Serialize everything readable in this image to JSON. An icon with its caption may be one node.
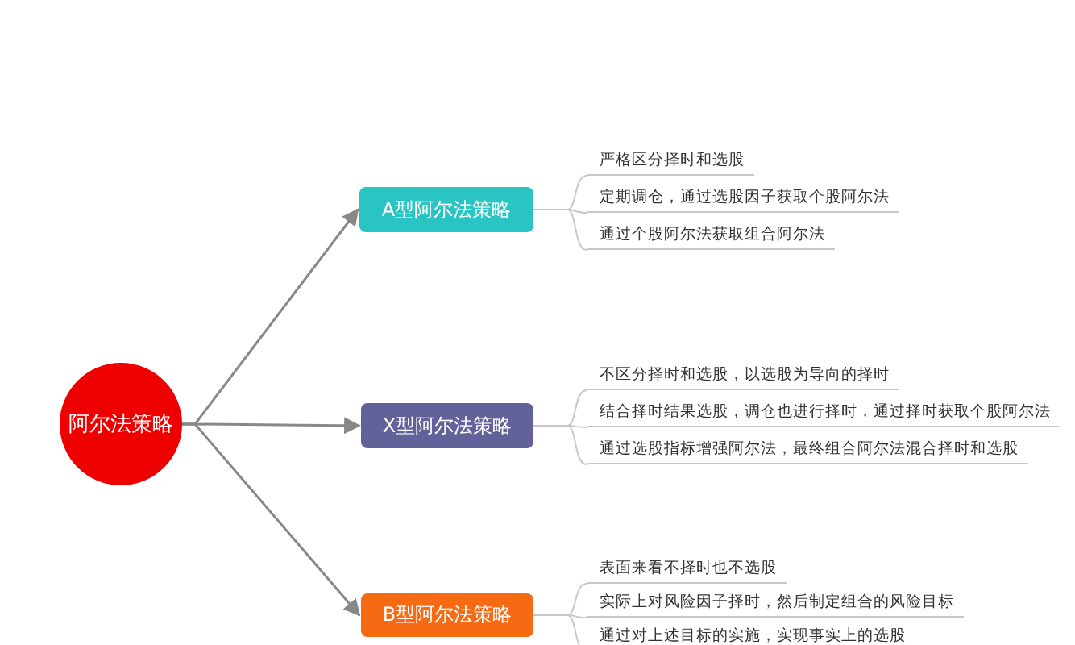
{
  "diagram": {
    "nodes": [
      {
        "text": [
          "阿尔法策略"
        ]
      },
      {
        "text": [
          "A型阿尔法策略"
        ]
      },
      {
        "text": [
          "X型阿尔法策略"
        ]
      },
      {
        "text": [
          "B型阿尔法策略"
        ]
      },
      {
        "text": [
          "严格区分择时和选股"
        ]
      },
      {
        "text": [
          "定期调仓，通过选股因子获取个股阿尔法"
        ]
      },
      {
        "text": [
          "通过个股阿尔法获取组合阿尔法"
        ]
      },
      {
        "text": [
          "不区分择时和选股，以选股为导向的择时"
        ]
      },
      {
        "text": [
          "结合择时结果选股，调仓也进行择时，通过择时获取个股阿尔法"
        ]
      },
      {
        "text": [
          "通过选股指标增强阿尔法，最终组合阿尔法混合择时和选股"
        ]
      },
      {
        "text": [
          "表面来看不择时也不选股"
        ]
      },
      {
        "text": [
          "实际上对风险因子择时，然后制定组合的风险目标"
        ]
      },
      {
        "text": [
          "通过对上述目标的实施，实现事实上的选股"
        ]
      }
    ],
    "edges": [
      {
        "from": 0,
        "to": 1,
        "arrow": "to"
      },
      {
        "from": 0,
        "to": 2,
        "arrow": "to"
      },
      {
        "from": 0,
        "to": 3,
        "arrow": "to"
      },
      {
        "from": 1,
        "to": 4,
        "arrow": "none"
      },
      {
        "from": 1,
        "to": 5,
        "arrow": "none"
      },
      {
        "from": 1,
        "to": 6,
        "arrow": "none"
      },
      {
        "from": 2,
        "to": 7,
        "arrow": "none"
      },
      {
        "from": 2,
        "to": 8,
        "arrow": "none"
      },
      {
        "from": 2,
        "to": 9,
        "arrow": "none"
      },
      {
        "from": 3,
        "to": 10,
        "arrow": "none"
      },
      {
        "from": 3,
        "to": 11,
        "arrow": "none"
      },
      {
        "from": 3,
        "to": 12,
        "arrow": "none"
      }
    ]
  }
}
